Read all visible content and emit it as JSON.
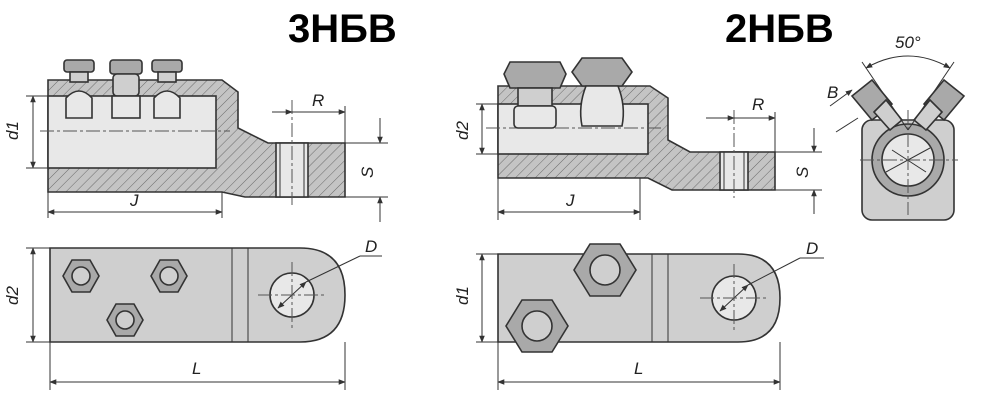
{
  "titles": {
    "left": "3НБВ",
    "right": "2НБВ"
  },
  "labels": {
    "d1": "d1",
    "d2": "d2",
    "R": "R",
    "S": "S",
    "J": "J",
    "L": "L",
    "D": "D",
    "B": "B",
    "angle": "50°"
  },
  "colors": {
    "metal": "#cfcfcf",
    "metal_dark": "#a9a9a9",
    "line": "#333333"
  }
}
